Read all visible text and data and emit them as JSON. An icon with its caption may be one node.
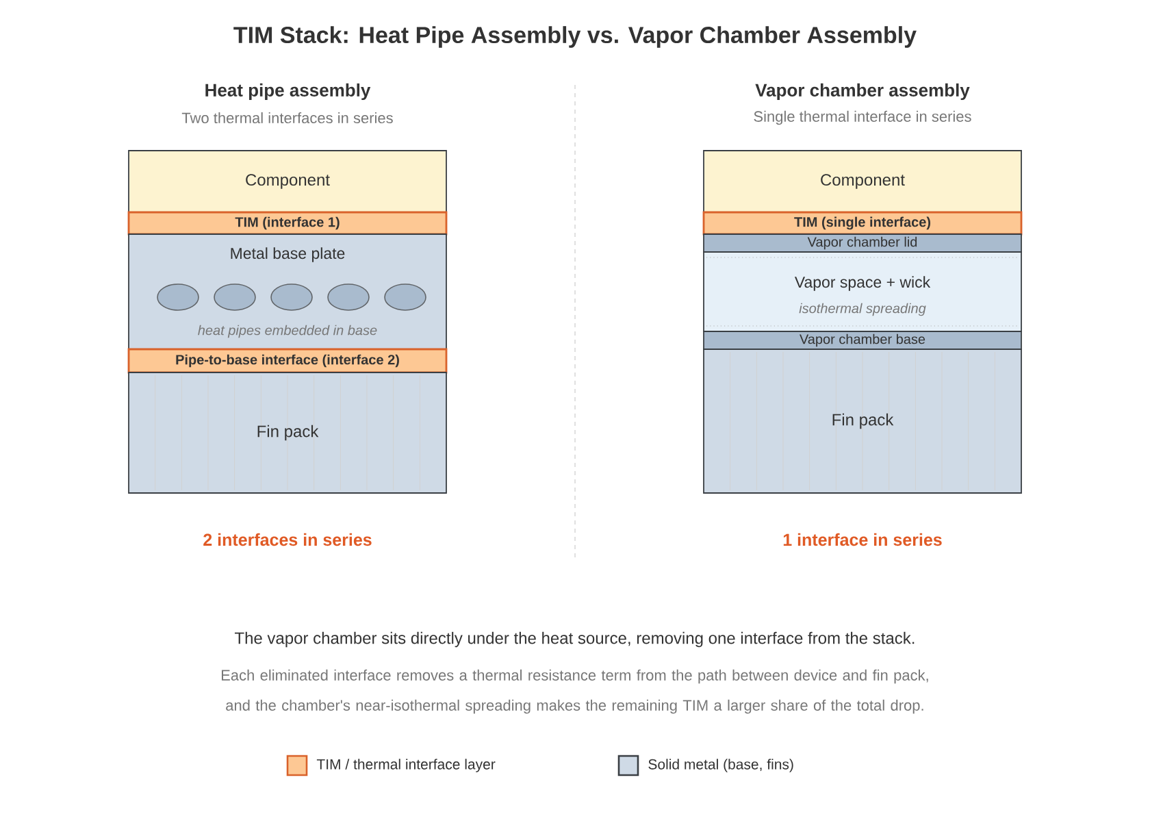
{
  "diagram": {
    "title": "TIM Stack: Heat Pipe Assembly vs. Vapor Chamber Assembly",
    "nodes": [
      {
        "text": [
          "Component"
        ]
      },
      {
        "text": [
          "TIM (interface 1)"
        ]
      },
      {
        "text": [
          "Metal base plate",
          "heat pipes embedded in base"
        ]
      },
      {
        "text": [
          "Pipe-to-base interface (interface 2)"
        ]
      },
      {
        "text": [
          "Fin pack"
        ]
      },
      {
        "text": [
          "Component"
        ]
      },
      {
        "text": [
          "TIM (single interface)"
        ]
      },
      {
        "text": [
          "Vapor chamber lid"
        ]
      },
      {
        "text": [
          "Vapor space + wick",
          "isothermal spreading"
        ]
      },
      {
        "text": [
          "Vapor chamber base"
        ]
      },
      {
        "text": [
          "Fin pack"
        ]
      }
    ],
    "labels": [
      "Heat pipe assembly",
      "Two thermal interfaces in series",
      "Vapor chamber assembly",
      "Single thermal interface in series",
      "2 interfaces in series",
      "1 interface in series",
      "The vapor chamber sits directly under the heat source, removing one interface from the stack.",
      "Each eliminated interface removes a thermal resistance term from the path between device and fin pack, and the chamber's near-isothermal spreading makes the remaining TIM a larger share of the total drop."
    ],
    "legend": [
      {
        "text": "TIM / thermal interface layer",
        "color": "#fdc894"
      },
      {
        "text": "Solid metal (base, fins)",
        "color": "#cfdae6"
      }
    ]
  }
}
